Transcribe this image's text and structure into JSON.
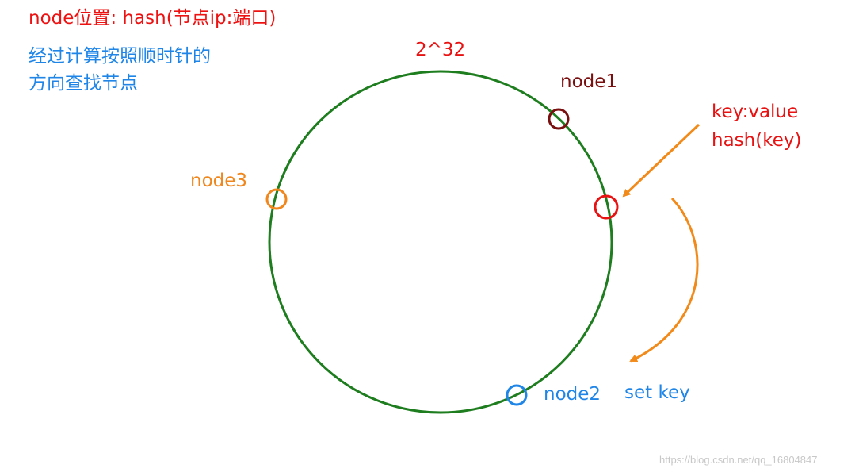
{
  "title": "node位置: hash(节点ip:端口)",
  "description": {
    "line1": "经过计算按照顺时针的",
    "line2": "方向查找节点"
  },
  "ring_label": "2^32",
  "nodes": {
    "node1": "node1",
    "node2": "node2",
    "node3": "node3"
  },
  "key_label": {
    "line1": "key:value",
    "line2": "hash(key)"
  },
  "set_key_label": "set key",
  "watermark": "https://blog.csdn.net/qq_16804847",
  "colors": {
    "title": "#ee1111",
    "description": "#1f86e8",
    "ring": "#1e7d1e",
    "node1": "#7a0f0f",
    "node2": "#1f86e8",
    "node3": "#f0861c",
    "key": "#e81212",
    "arrow": "#f28a1a",
    "set_key": "#1f86e8",
    "watermark": "#c8c8c8"
  }
}
